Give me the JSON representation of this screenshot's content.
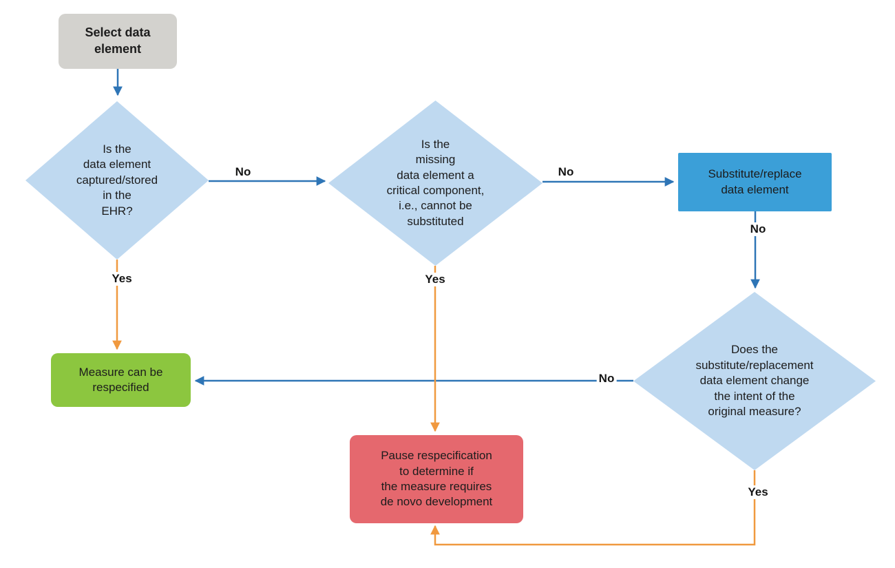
{
  "labels": {
    "no": "No",
    "yes": "Yes"
  },
  "nodes": {
    "start": {
      "label": "Select data\nelement"
    },
    "decision_ehr": {
      "label": "Is the\ndata element\ncaptured/stored\nin the\nEHR?"
    },
    "decision_critical": {
      "label": "Is the\nmissing\ndata element a\ncritical component,\ni.e., cannot be\nsubstituted"
    },
    "substitute": {
      "label": "Substitute/replace\ndata element"
    },
    "decision_intent": {
      "label": "Does the\nsubstitute/replacement\ndata element change\nthe intent of the\noriginal measure?"
    },
    "respecified": {
      "label": "Measure can be\nrespecified"
    },
    "pause": {
      "label": "Pause respecification\nto determine if\nthe measure requires\nde novo development"
    }
  },
  "colors": {
    "decision_fill": "#bfd9f0",
    "start_fill": "#d3d2ce",
    "substitute_fill": "#3b9fd8",
    "respecified_fill": "#8cc63f",
    "pause_fill": "#e5686e",
    "arrow_no": "#2e75b6",
    "arrow_yes": "#f0993f",
    "text": "#1c1c1c",
    "background": "#ffffff"
  }
}
